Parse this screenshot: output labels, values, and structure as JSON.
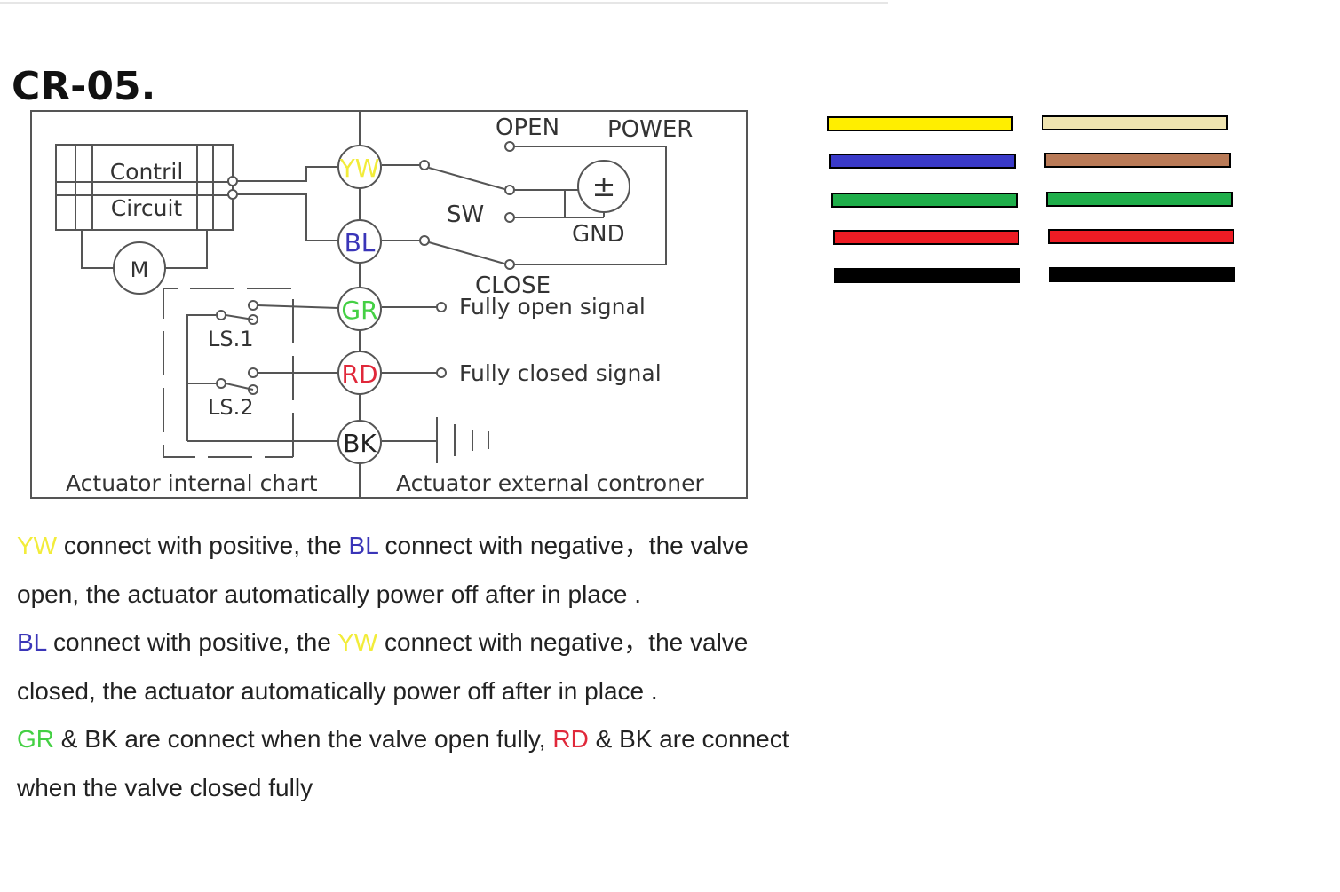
{
  "title": "CR-05.",
  "diagram": {
    "control_circuit_line1": "Contril",
    "control_circuit_line2": "Circuit",
    "motor": "M",
    "ls1": "LS.1",
    "ls2": "LS.2",
    "open": "OPEN",
    "power": "POWER",
    "sw": "SW",
    "plus_minus": "±",
    "gnd": "GND",
    "close": "CLOSE",
    "fully_open_signal": "Fully open signal",
    "fully_closed_signal": "Fully closed signal",
    "internal_caption": "Actuator internal chart",
    "external_caption": "Actuator external controner",
    "terminals": [
      {
        "label": "YW",
        "color": "#f2ec3a"
      },
      {
        "label": "BL",
        "color": "#3a35b8"
      },
      {
        "label": "GR",
        "color": "#44d044"
      },
      {
        "label": "RD",
        "color": "#e0283a"
      },
      {
        "label": "BK",
        "color": "#222222"
      }
    ]
  },
  "description": {
    "line1_yw": "YW",
    "line1_a": " connect with positive, the ",
    "line1_bl": "BL",
    "line1_b": " connect with negative，the valve",
    "line2": "open, the actuator automatically power off after in place .",
    "line3_bl": "BL",
    "line3_a": " connect with positive, the ",
    "line3_yw": "YW",
    "line3_b": " connect with negative，the valve",
    "line4": "closed, the actuator automatically power off after in place .",
    "line5_gr": "GR",
    "line5_a": " & BK are connect when the valve open fully, ",
    "line5_rd": "RD",
    "line5_b": " & BK are connect",
    "line6": "when the valve closed fully"
  },
  "wire_swatches": {
    "left": [
      "#ffee00",
      "#3a3ac8",
      "#1fae4a",
      "#ee1c24",
      "#000000"
    ],
    "right": [
      "#efe4b0",
      "#b97a57",
      "#1fae4a",
      "#ee1c24",
      "#000000"
    ]
  }
}
